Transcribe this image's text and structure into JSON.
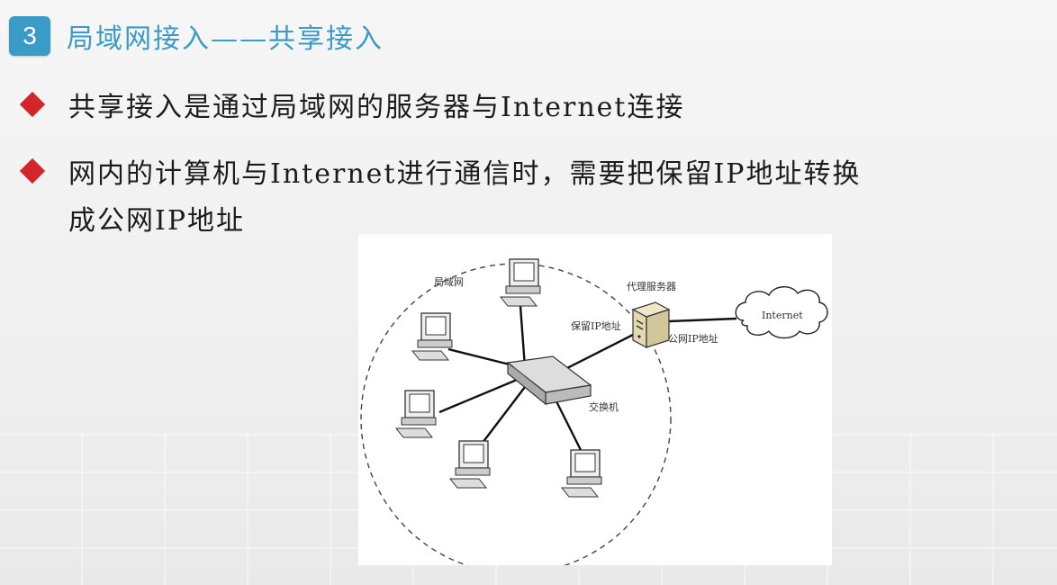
{
  "slide": {
    "number": "3",
    "title": "局域网接入——共享接入"
  },
  "bullets": [
    {
      "text": "共享接入是通过局域网的服务器与Internet连接"
    },
    {
      "line1": "网内的计算机与Internet进行通信时，需要把保留IP地址转换",
      "line2": "成公网IP地址"
    }
  ],
  "diagram": {
    "lan_label": "局域网",
    "proxy_label": "代理服务器",
    "reserved_ip_label": "保留IP地址",
    "public_ip_label": "公网IP地址",
    "internet_label": "Internet",
    "switch_label": "交换机"
  },
  "colors": {
    "accent": "#3a9bc6",
    "bullet": "#d4262a"
  }
}
